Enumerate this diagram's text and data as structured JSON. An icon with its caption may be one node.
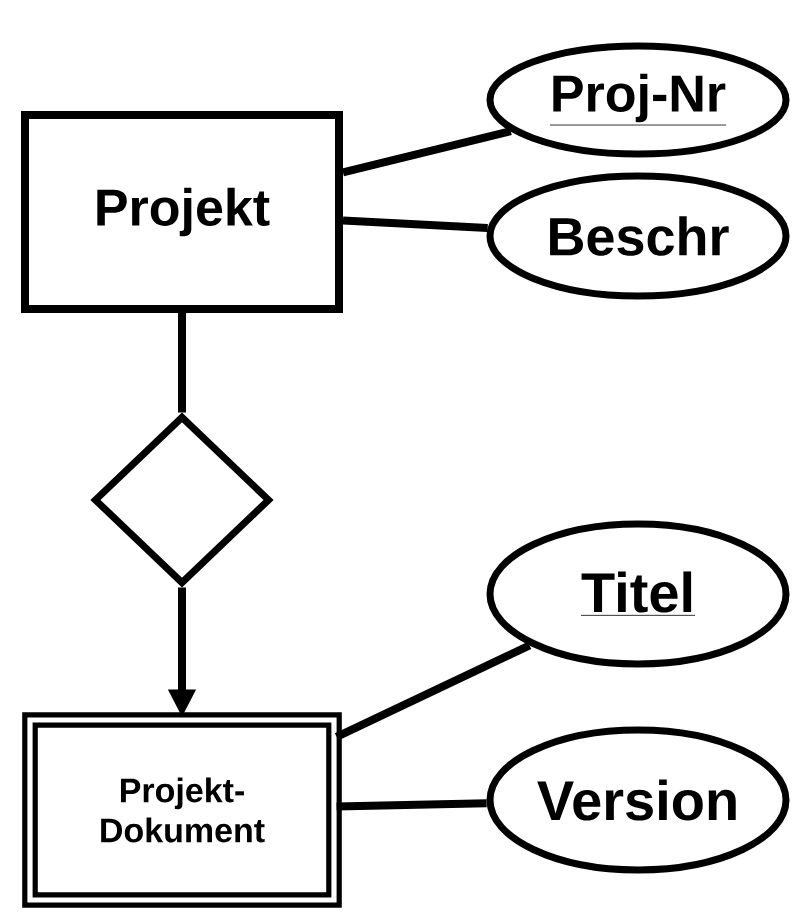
{
  "diagram": {
    "nodes": [
      {
        "text": [
          "Projekt"
        ]
      },
      {
        "text": [
          "Proj-Nr"
        ]
      },
      {
        "text": [
          "Beschr"
        ]
      },
      {
        "text": [],
        "shape": "diamond"
      },
      {
        "text": [
          "Projekt-Dokument"
        ]
      },
      {
        "text": [
          "Titel"
        ]
      },
      {
        "text": [
          "Version"
        ]
      }
    ],
    "edges": [
      {
        "from": 0,
        "to": 1,
        "arrow": "none"
      },
      {
        "from": 0,
        "to": 2,
        "arrow": "none"
      },
      {
        "from": 0,
        "to": 3,
        "arrow": "none"
      },
      {
        "from": 3,
        "to": 4,
        "arrow": "to"
      },
      {
        "from": 4,
        "to": 5,
        "arrow": "none"
      },
      {
        "from": 4,
        "to": 6,
        "arrow": "none"
      }
    ]
  }
}
